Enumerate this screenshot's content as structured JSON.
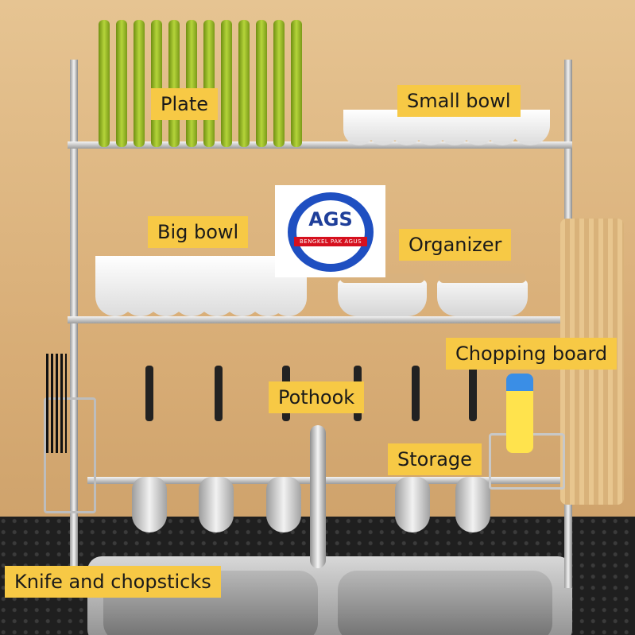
{
  "labels": {
    "plate": "Plate",
    "small_bowl": "Small bowl",
    "big_bowl": "Big bowl",
    "organizer": "Organizer",
    "chopping_board": "Chopping board",
    "pothook": "Pothook",
    "storage": "Storage",
    "knife_chopsticks": "Knife and chopsticks"
  },
  "logo": {
    "title": "AGS",
    "subtitle": "BENGKEL PAK AGUS"
  },
  "colors": {
    "label_bg": "#f7c945",
    "logo_blue": "#1f4fc1",
    "logo_red": "#d6101e",
    "plate_green": "#9dbb24"
  }
}
